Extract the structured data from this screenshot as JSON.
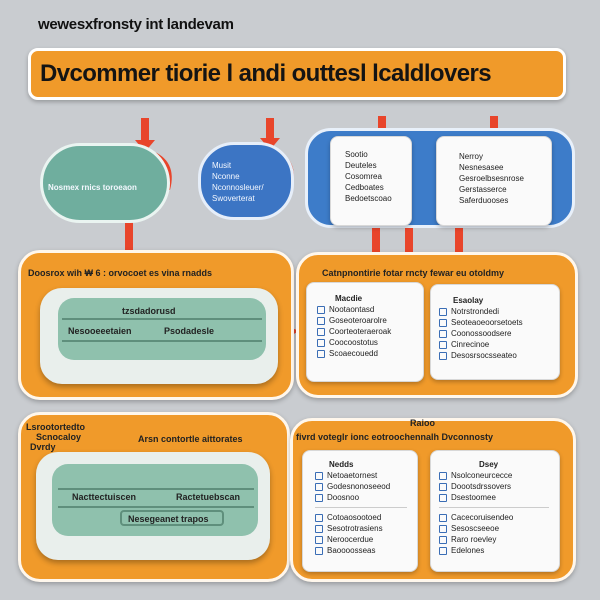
{
  "header": {
    "top_text": "wewesxfronsty int landevam",
    "banner_title": "Dvcommer tiorie l andi outtesl lcaldlovers"
  },
  "top_row": {
    "green_blob": "Nosmex rnics toroeaon",
    "blue_blob": [
      "Musit",
      "Nconne",
      "Nconnosleuer/",
      "Swoverterat"
    ],
    "card1": [
      "Sootio",
      "Deuteles",
      "Cosomrea",
      "Cedboates",
      "Bedoetscoao"
    ],
    "card2": [
      "Nerroy",
      "Nesnesasee",
      "Gesroelbsesnrose",
      "Gerstasserce",
      "Saferduooses"
    ]
  },
  "middle": {
    "left_caption": "Doosrox wih ₩ 6 : orvocoet es vina rnadds",
    "right_caption": "Catnpnontirie fotar rncty fewar eu otoldmy",
    "tray_top": "tzsdadorusd",
    "tray_left": "Nesooeeetaien",
    "tray_right": "Psodadesle",
    "card_left_title": "Macdie",
    "card_left_items": [
      "Nootaontasd",
      "Goseoteroarolre",
      "Coorteoteraeroak",
      "Coocoostotus",
      "Scoaecouedd"
    ],
    "card_right_title": "Esaolay",
    "card_right_items": [
      "Notrstrondedi",
      "Seoteaoeoorsetoets",
      "Coonossoodsere",
      "Cinrecinoe",
      "Desosrsocsseateo"
    ]
  },
  "bottom": {
    "left_caption": [
      "Lsrootortedto",
      "Scnocaloy",
      "Dvrdy"
    ],
    "center_caption": "Arsn contortle aittorates",
    "right_caption_top": "Raioo",
    "right_caption": "fivrd voteglr ionc eotroochennalh Dvconnosty",
    "tray_left": "Nacttectuiscen",
    "tray_right": "Ractetuebscan",
    "tray_bottom": "Nesegeanet trapos",
    "card_left_title": "Nedds",
    "card_left_items_a": [
      "Netoaetornest",
      "Godesnonoseeod",
      "Doosnoo"
    ],
    "card_left_items_b": [
      "Cotoaosootoed",
      "Sesotrotrasiens",
      "Neroocerdue",
      "Baoooosseas"
    ],
    "card_right_title": "Dsey",
    "card_right_items_a": [
      "Nsolconeurcecce",
      "Doootsdrssovers",
      "Dsestoomee"
    ],
    "card_right_items_b": [
      "Cacecoruisendeo",
      "Sesoscseeoe",
      "Raro roevley",
      "Edelones"
    ]
  },
  "colors": {
    "orange": "#f09a2a",
    "green": "#6fae9e",
    "blue": "#3d7cc9",
    "red_arrow": "#e8452b"
  }
}
